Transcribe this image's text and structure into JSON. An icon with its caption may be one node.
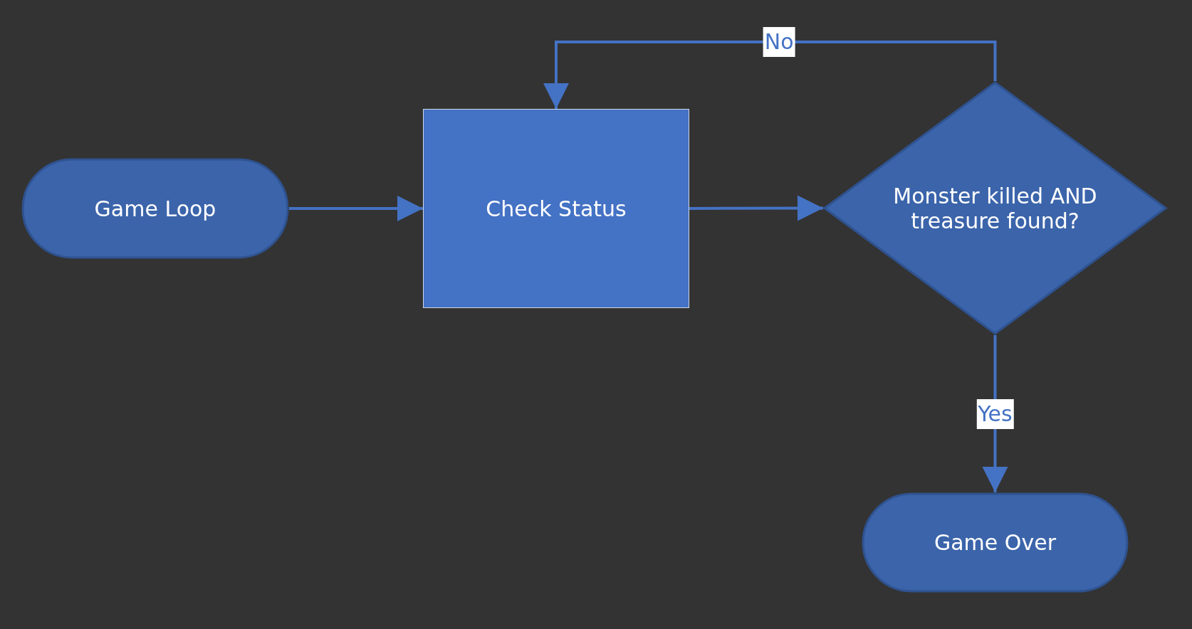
{
  "diagram": {
    "nodes": [
      {
        "text": [
          "Game Loop"
        ]
      },
      {
        "text": [
          "Check Status"
        ]
      },
      {
        "text": [
          "Monster killed AND treasure found?"
        ]
      },
      {
        "text": [
          "Game Over"
        ]
      }
    ],
    "edges": [
      {
        "from": 0,
        "to": 1,
        "arrow": "to"
      },
      {
        "from": 1,
        "to": 2,
        "arrow": "to"
      },
      {
        "from": 2,
        "to": 1,
        "arrow": "to",
        "label": "No"
      },
      {
        "from": 2,
        "to": 3,
        "arrow": "to",
        "label": "Yes"
      }
    ]
  }
}
